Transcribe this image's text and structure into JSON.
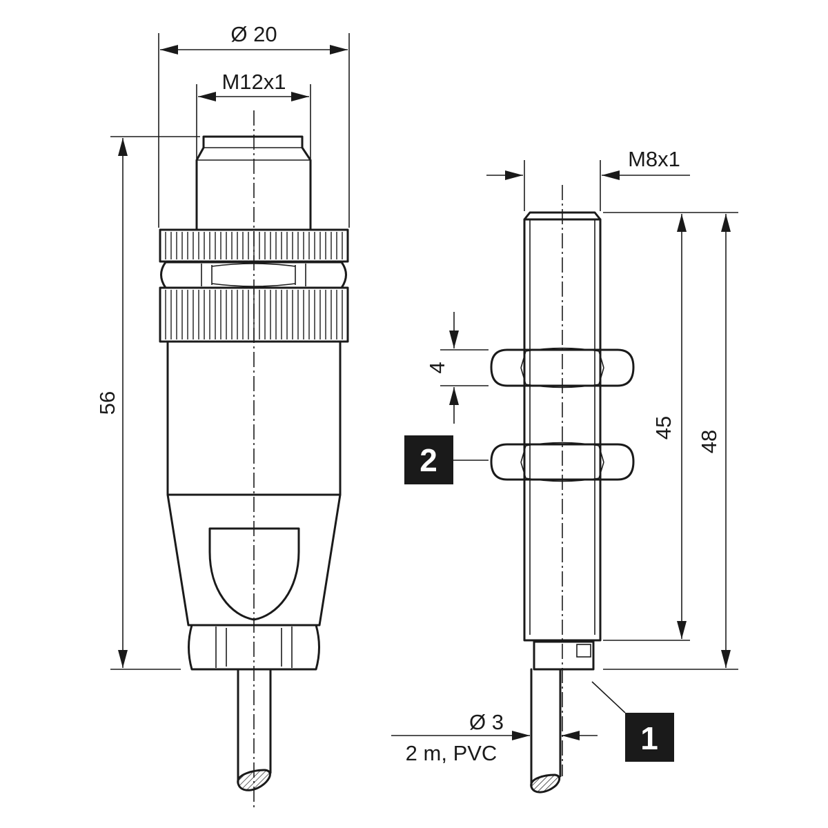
{
  "dimensions": {
    "connector_diameter": "Ø 20",
    "connector_thread": "M12x1",
    "connector_length": "56",
    "sensor_thread": "M8x1",
    "nut_thickness": "4",
    "thread_length": "45",
    "sensor_length": "48",
    "cable_diameter": "Ø 3",
    "cable_spec": "2 m, PVC"
  },
  "callouts": {
    "led": "1",
    "nut": "2"
  }
}
